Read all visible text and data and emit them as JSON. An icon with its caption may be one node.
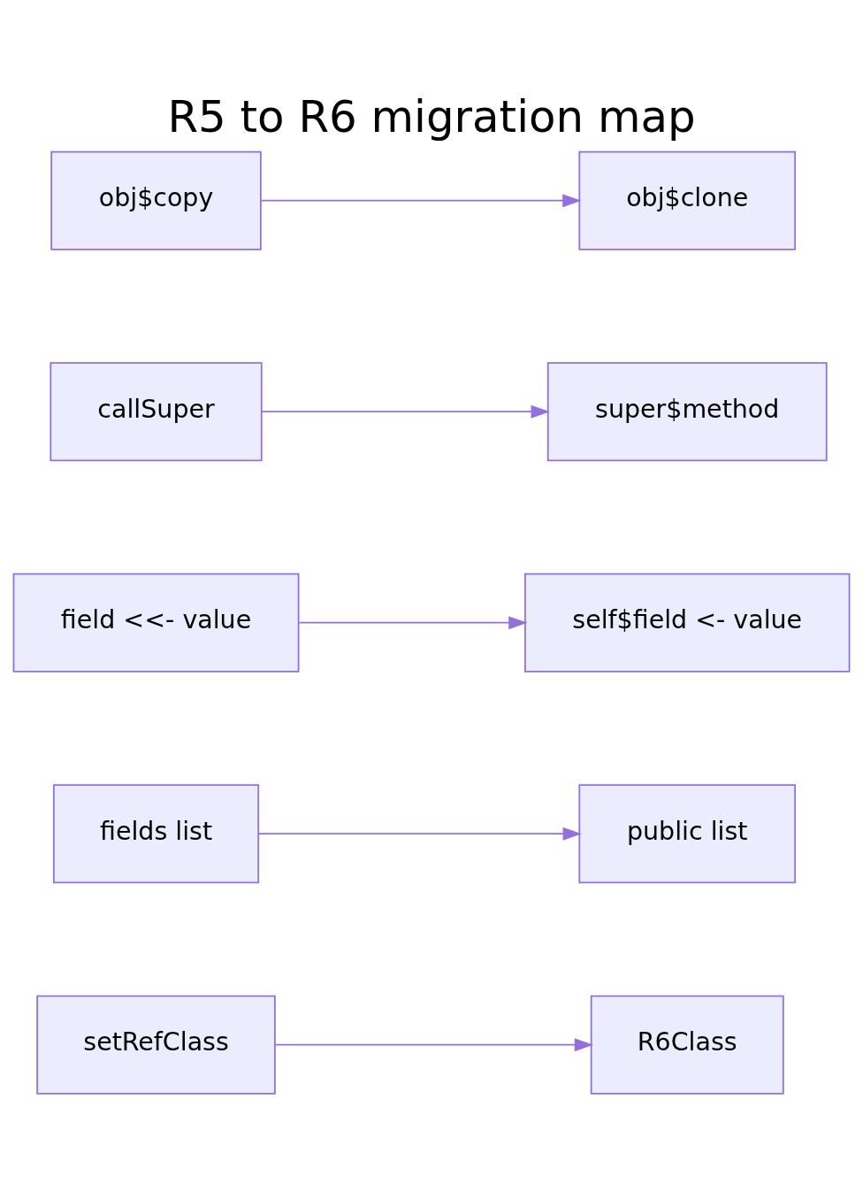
{
  "diagram": {
    "title": "R5 to R6 migration map",
    "nodes": [
      {
        "text": [
          "setRefClass"
        ]
      },
      {
        "text": [
          "R6Class"
        ]
      },
      {
        "text": [
          "fields list"
        ]
      },
      {
        "text": [
          "public list"
        ]
      },
      {
        "text": [
          "field <<- value"
        ]
      },
      {
        "text": [
          "self$field <- value"
        ]
      },
      {
        "text": [
          "callSuper"
        ]
      },
      {
        "text": [
          "super$method"
        ]
      },
      {
        "text": [
          "obj$copy"
        ]
      },
      {
        "text": [
          "obj$clone"
        ]
      }
    ],
    "edges": [
      {
        "from": 0,
        "to": 1,
        "arrow": "to"
      },
      {
        "from": 2,
        "to": 3,
        "arrow": "to"
      },
      {
        "from": 4,
        "to": 5,
        "arrow": "to"
      },
      {
        "from": 6,
        "to": 7,
        "arrow": "to"
      },
      {
        "from": 8,
        "to": 9,
        "arrow": "to"
      }
    ]
  }
}
